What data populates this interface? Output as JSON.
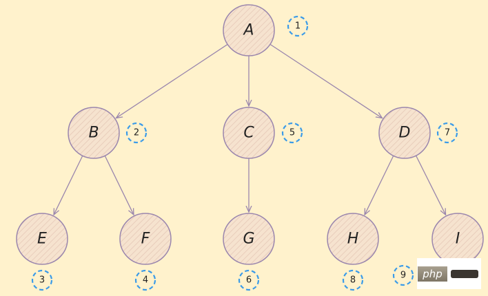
{
  "diagram": {
    "colors": {
      "background": "#fff2cc",
      "node_fill": "#f6e3cf",
      "node_stroke": "#9a86ad",
      "edge": "#9a86ad",
      "badge": "#3b9be8"
    },
    "nodes": [
      {
        "id": "A",
        "label": "A",
        "order": "1"
      },
      {
        "id": "B",
        "label": "B",
        "order": "2"
      },
      {
        "id": "C",
        "label": "C",
        "order": "5"
      },
      {
        "id": "D",
        "label": "D",
        "order": "7"
      },
      {
        "id": "E",
        "label": "E",
        "order": "3"
      },
      {
        "id": "F",
        "label": "F",
        "order": "4"
      },
      {
        "id": "G",
        "label": "G",
        "order": "6"
      },
      {
        "id": "H",
        "label": "H",
        "order": "8"
      },
      {
        "id": "I",
        "label": "I",
        "order": "9"
      }
    ],
    "edges": [
      [
        "A",
        "B"
      ],
      [
        "A",
        "C"
      ],
      [
        "A",
        "D"
      ],
      [
        "B",
        "E"
      ],
      [
        "B",
        "F"
      ],
      [
        "C",
        "G"
      ],
      [
        "D",
        "H"
      ],
      [
        "D",
        "I"
      ]
    ],
    "watermark": "php"
  }
}
